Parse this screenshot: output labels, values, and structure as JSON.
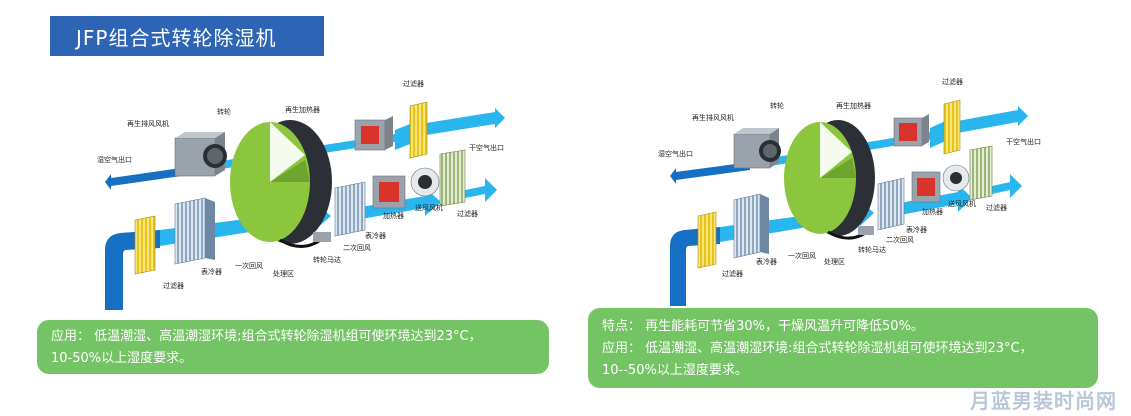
{
  "header": {
    "title": "JFP组合式转轮除湿机"
  },
  "diagram_left": {
    "labels": {
      "regen_exhaust_fan": "再生排风风机",
      "rotor": "转轮",
      "regen_heater": "再生加热器",
      "filter_top": "过滤器",
      "humid_air_outlet": "湿空气出口",
      "dry_air_outlet": "干空气出口",
      "heater": "加热器",
      "supply_fan": "送风风机",
      "filter_right": "过滤器",
      "cooler_right": "表冷器",
      "secondary_return": "二次回风",
      "rotor_motor": "转轮马达",
      "primary_return": "一次回风",
      "process_zone": "处理区",
      "cooler_left": "表冷器",
      "filter_bottom": "过滤器"
    }
  },
  "diagram_right": {
    "labels": {
      "regen_exhaust_fan": "再生排风风机",
      "rotor": "转轮",
      "regen_heater": "再生加热器",
      "filter_top": "过滤器",
      "humid_air_outlet": "湿空气出口",
      "dry_air_outlet": "干空气出口",
      "heater": "加热器",
      "supply_fan": "送风风机",
      "filter_right": "过滤器",
      "cooler_right": "表冷器",
      "secondary_return": "二次回风",
      "rotor_motor": "转轮马达",
      "primary_return": "一次回风",
      "process_zone": "处理区",
      "cooler_left": "表冷器",
      "filter_bottom": "过滤器"
    }
  },
  "note_left": {
    "line1": "应用：  低温潮湿、高温潮湿环境;组合式转轮除湿机组可使环境达到23°C，",
    "line2": "10-50%以上湿度要求。"
  },
  "note_right": {
    "line1": "特点：  再生能耗可节省30%，干燥风温升可降低50%。",
    "line2": "应用：  低温潮湿、高温潮湿环境:组合式转轮除湿机组可使环境达到23°C，",
    "line3": "10--50%以上湿度要求。"
  },
  "watermark": "月蓝男装时尚网",
  "colors": {
    "banner": "#2e64b6",
    "note_bg": "#74c365",
    "arrow_light": "#29b6ef",
    "arrow_dark": "#1570c4",
    "rotor": "#8cc63f",
    "heater_red": "#d9342b"
  }
}
